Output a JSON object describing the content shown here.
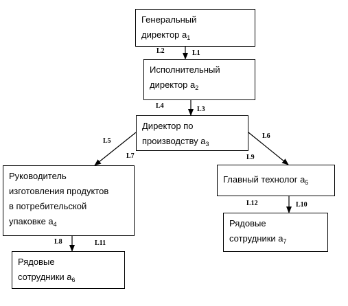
{
  "nodes": {
    "a1": {
      "lines": [
        "Генеральный",
        "директор а"
      ],
      "sub": "1"
    },
    "a2": {
      "lines": [
        "Исполнительный",
        "директор а"
      ],
      "sub": "2"
    },
    "a3": {
      "lines": [
        "Директор по",
        "производству а"
      ],
      "sub": "3"
    },
    "a4": {
      "lines": [
        "Руководитель",
        "изготовления продуктов",
        "в потребительской",
        "упаковке а"
      ],
      "sub": "4"
    },
    "a5": {
      "lines": [
        "Главный технолог а"
      ],
      "sub": "5"
    },
    "a6": {
      "lines": [
        "Рядовые",
        "сотрудники а"
      ],
      "sub": "6"
    },
    "a7": {
      "lines": [
        "Рядовые",
        "сотрудники а"
      ],
      "sub": "7"
    }
  },
  "links": {
    "L1": "L1",
    "L2": "L2",
    "L3": "L3",
    "L4": "L4",
    "L5": "L5",
    "L6": "L6",
    "L7": "L7",
    "L8": "L8",
    "L9": "L9",
    "L10": "L10",
    "L11": "L11",
    "L12": "L12"
  },
  "edges": [
    {
      "from": "a1",
      "to": "a2"
    },
    {
      "from": "a2",
      "to": "a3"
    },
    {
      "from": "a3",
      "to": "a4"
    },
    {
      "from": "a3",
      "to": "a5"
    },
    {
      "from": "a4",
      "to": "a6"
    },
    {
      "from": "a5",
      "to": "a7"
    }
  ]
}
